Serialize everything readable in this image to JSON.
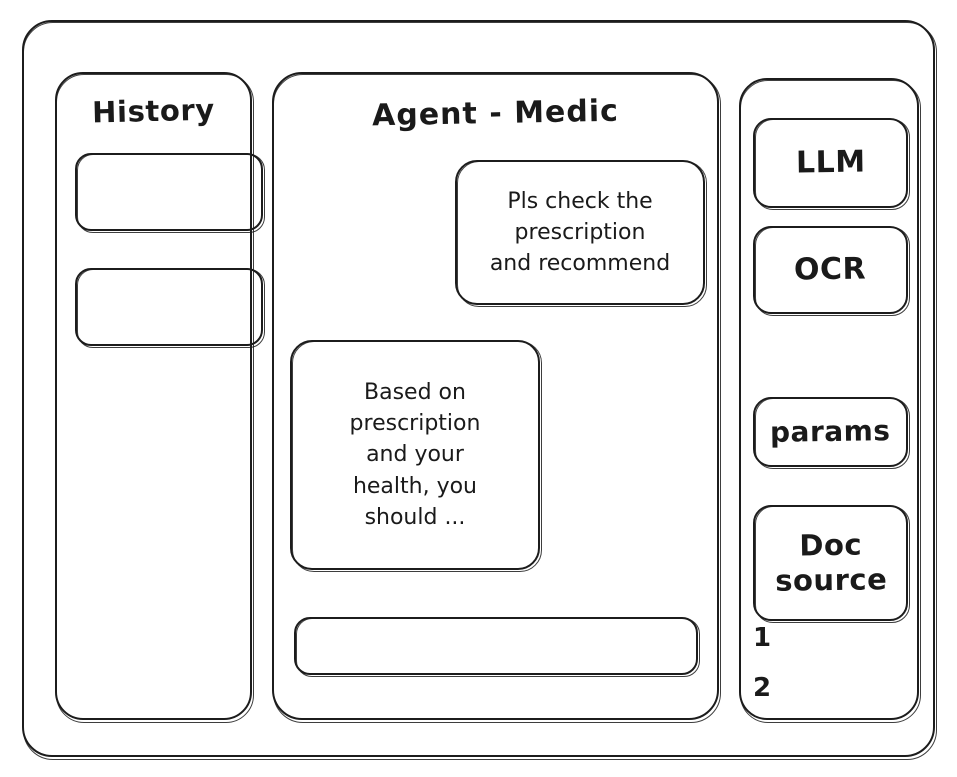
{
  "window": {
    "frame_name": "app-window"
  },
  "history": {
    "title": "History",
    "items": [
      {
        "label": ""
      },
      {
        "label": ""
      }
    ]
  },
  "agent": {
    "title": "Agent - Medic",
    "messages": [
      {
        "role": "user",
        "text": "Pls check the\nprescription\nand recommend"
      },
      {
        "role": "assistant",
        "text": "Based on\nprescription\nand your\nhealth, you\nshould ..."
      }
    ],
    "composer": {
      "value": "",
      "placeholder": ""
    }
  },
  "tools": {
    "buttons": [
      {
        "label": "LLM"
      },
      {
        "label": "OCR"
      },
      {
        "label": "params"
      },
      {
        "label": "Doc\nsource"
      }
    ],
    "doc_refs": [
      "1",
      "2"
    ]
  },
  "colors": {
    "stroke": "#1c1c1c",
    "background": "#ffffff"
  }
}
